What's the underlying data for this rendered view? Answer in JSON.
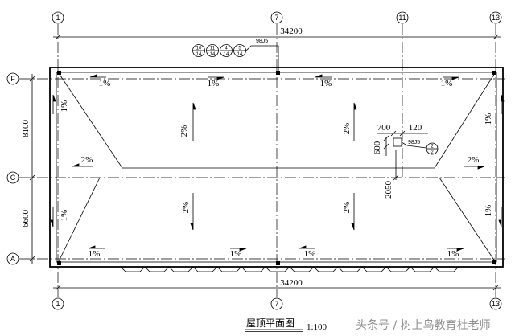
{
  "grid_axes": {
    "top": [
      "1",
      "7",
      "11",
      "13"
    ],
    "bottom": [
      "1",
      "7",
      "13"
    ],
    "left": [
      "F",
      "C",
      "A"
    ]
  },
  "dimensions": {
    "overall_top": "34200",
    "overall_bottom": "34200",
    "bay_upper": "8100",
    "bay_lower": "6600"
  },
  "slopes": {
    "top_edge": [
      "1%",
      "1%",
      "1%",
      "1%"
    ],
    "bottom_edge": [
      "1%",
      "1%",
      "1%",
      "1%"
    ],
    "left_edge": [
      "1%",
      "1%"
    ],
    "right_edge": [
      "1%",
      "1%"
    ],
    "hip_left": "2%",
    "hip_right": "2%",
    "roof_upper": [
      "2%",
      "2%"
    ],
    "roof_lower": [
      "2%",
      "2%"
    ]
  },
  "callouts": {
    "roof_edge": {
      "standard": "98J5",
      "details": [
        {
          "number": "10",
          "sheet": "14"
        },
        {
          "number": "11",
          "sheet": "14"
        },
        {
          "number": "4",
          "sheet": "14"
        },
        {
          "number": "5",
          "sheet": "14"
        }
      ]
    },
    "opening": {
      "width_1": "700",
      "width_2": "120",
      "height": "600",
      "offset": "2050",
      "standard": "98J5",
      "detail": {
        "number": "2",
        "sheet": "2"
      }
    }
  },
  "title": {
    "name": "屋顶平面图",
    "scale": "1:100"
  },
  "watermark": "头条号 / 树上鸟教育杜老师"
}
